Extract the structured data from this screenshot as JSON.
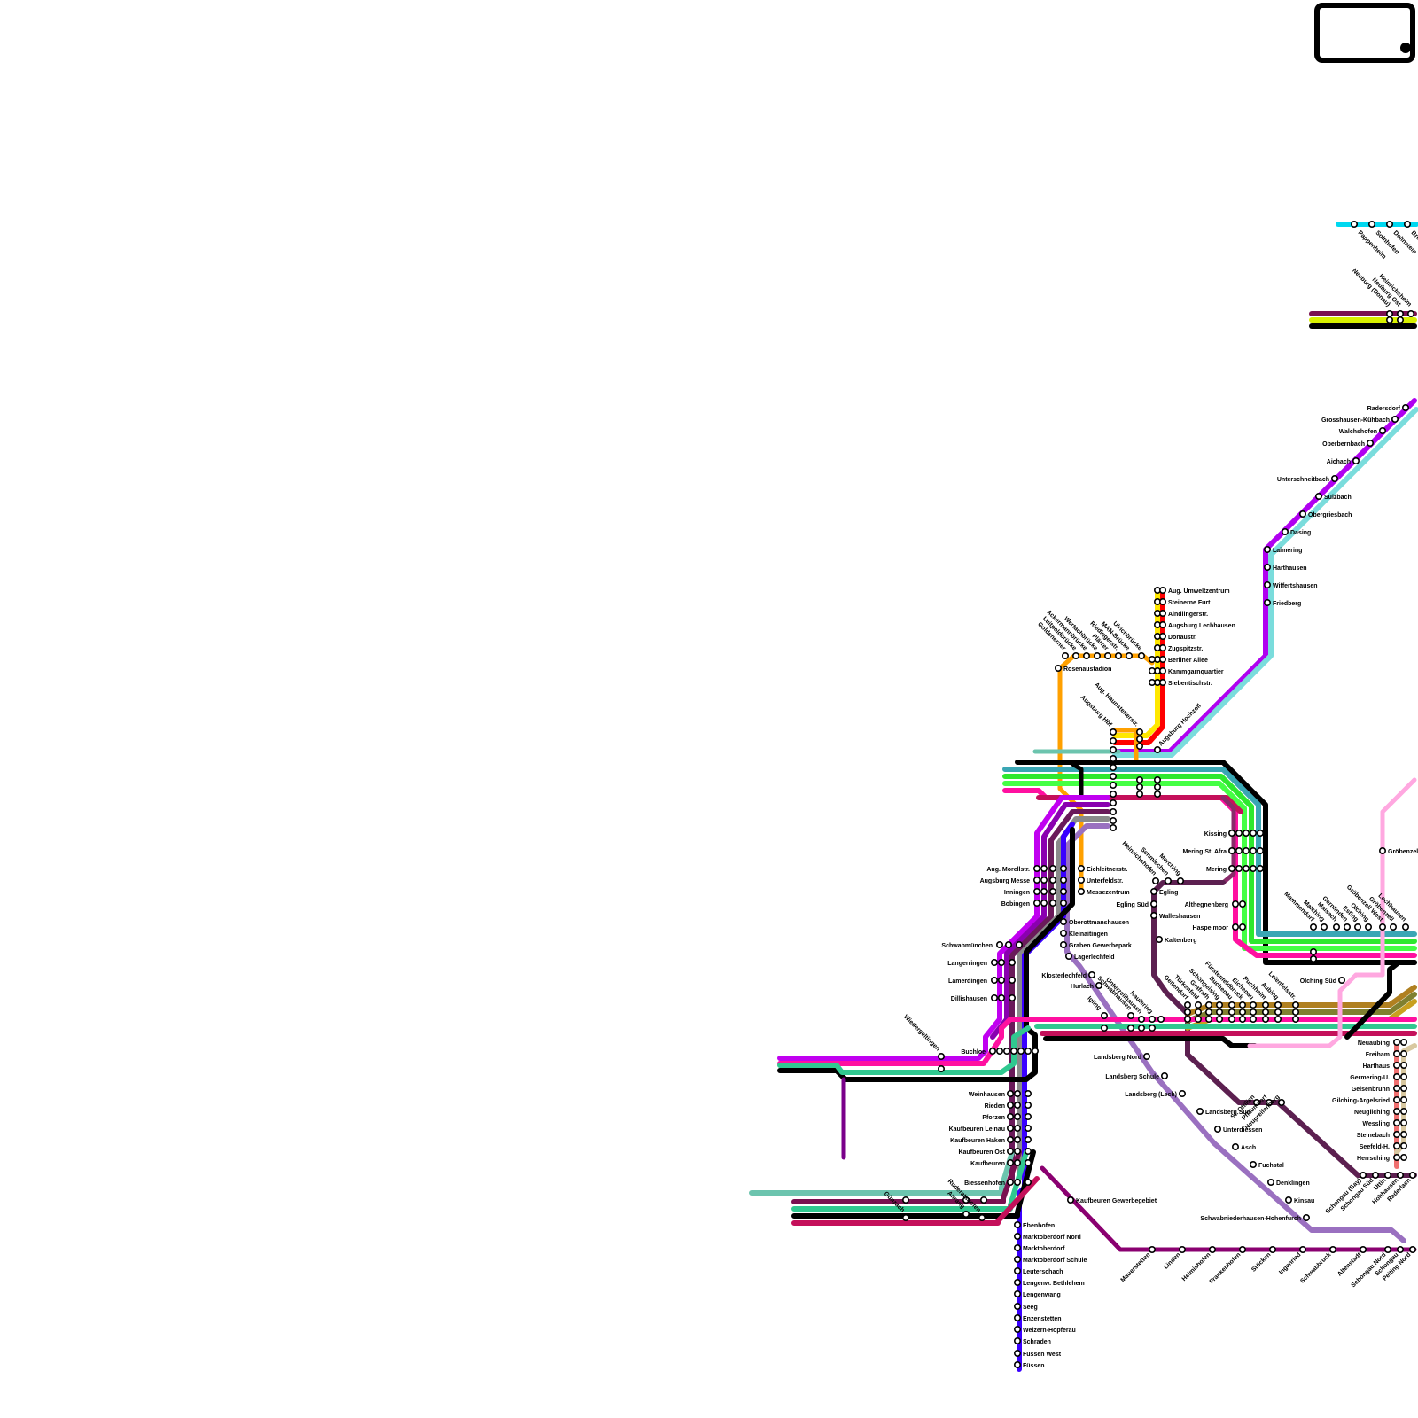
{
  "map": {
    "line_colors": {
      "black": "#000000",
      "teal": "#3aa6b4",
      "cyan": "#00d8f0",
      "lightcyan": "#7adcdc",
      "green": "#2ee82e",
      "lime": "#c8f01e",
      "yellow": "#ffe800",
      "orange": "#ff9a00",
      "red": "#ff0000",
      "magenta": "#ff10a0",
      "pink": "#ffa8e0",
      "crimson": "#c4105a",
      "violet": "#b000f0",
      "purple": "#7a008a",
      "plum": "#5c2050",
      "lavender": "#9a70c0",
      "blue": "#3a00ff",
      "seagreen": "#30c890",
      "mint": "#6cc4ae",
      "ochre": "#b08020",
      "olive": "#808030",
      "salmon": "#f07070",
      "tan": "#d8c8a0",
      "grey": "#8a8a8a"
    },
    "stations": {
      "north": [
        "Pappenheim",
        "Solnhofen",
        "Dollnstein",
        "Breitenfurt"
      ],
      "neuburg": [
        "Neuburg (Donau)",
        "Neuburg Ost",
        "Heinrichsheim"
      ],
      "aichach_line": [
        "Radersdorf",
        "Grosshausen-Kühbach",
        "Walchshofen",
        "Oberbernbach",
        "Aichach",
        "Unterschneitbach",
        "Sulzbach",
        "Obergriesbach",
        "Dasing",
        "Laimering",
        "Harthausen",
        "Wiffertshausen",
        "Friedberg"
      ],
      "lechfeld_north": [
        "Aug. Umweltzentrum",
        "Steinerne Furt",
        "Aindlingerstr.",
        "Augsburg Lechhausen",
        "Donaustr.",
        "Zugspitzstr.",
        "Berliner Allee",
        "Kammgarnquartier",
        "Siebentischstr."
      ],
      "tram_west": [
        "Goldenerner",
        "Luitpoldbrücke",
        "Ackermannbrücke",
        "Wertachbrücke",
        "Plärrer",
        "Riedingerstr.",
        "MAN-Brücke",
        "Ulrichbrücke"
      ],
      "center": [
        "Rosenaustadion",
        "Aug. Haunstetterstr.",
        "Augsburg Hbf",
        "Augsburg Hochzoll"
      ],
      "south_center": [
        "Eichleitnerstr.",
        "Unterfeldstr.",
        "Messezentrum",
        "Aug. Morellstr.",
        "Augsburg Messe",
        "Inningen",
        "Bobingen"
      ],
      "lechfeld": [
        "Oberottmanshausen",
        "Kleinaitingen",
        "Graben Gewerbepark",
        "Lagerlechfeld",
        "Klosterlechfeld",
        "Hurlach",
        "Igling"
      ],
      "kissing": [
        "Kissing",
        "Mering St. Afra",
        "Mering",
        "Althegnenberg",
        "Haspelmoor"
      ],
      "ammersee": [
        "Merching",
        "Schmiechen",
        "Heinrichshofen",
        "Egling",
        "Egling Süd",
        "Walleshausen",
        "Kaltenberg"
      ],
      "west": [
        "Schwabmünchen",
        "Langerringen",
        "Lamerdingen",
        "Dillishausen",
        "Wiedergeltingen",
        "Buchloe"
      ],
      "kaufbeuren": [
        "Weinhausen",
        "Rieden",
        "Pforzen",
        "Kaufbeuren Leinau",
        "Kaufbeuren Haken",
        "Kaufbeuren Ost",
        "Kaufbeuren",
        "Biessenhofen",
        "Kaufbeuren Gewerbegebiet"
      ],
      "guenzach": [
        "Günzach",
        "Aitrang",
        "Ruderatshofen"
      ],
      "fuessen": [
        "Ebenhofen",
        "Marktoberdorf Nord",
        "Marktoberdorf",
        "Marktoberdorf Schule",
        "Leuterschach",
        "Lengenw. Bethlehem",
        "Lengenwang",
        "Seeg",
        "Enzenstetten",
        "Weizern-Hopferau",
        "Schraden",
        "Füssen West",
        "Füssen"
      ],
      "landsberg": [
        "Landsberg Nord",
        "Landsberg Schule",
        "Landsberg (Lech)",
        "Landsberg Süd",
        "Unterdiessen",
        "Asch",
        "Fuchstal",
        "Denklingen",
        "Kinsau",
        "Schwabniederhausen-Hohenfurch"
      ],
      "kaufering": [
        "Schwabhausen",
        "Unterzeilhausen",
        "Kaufering"
      ],
      "munich_west": [
        "Geltendorf",
        "Türkenfeld",
        "Grafrath",
        "Schöngeising",
        "Buchenau",
        "Fürstenfeldbruck",
        "Eichenau",
        "Puchheim",
        "Aubing",
        "Leienfelsstr."
      ],
      "olching": [
        "Mammendorf",
        "Malching",
        "Maisach",
        "Gernlinden",
        "Esting",
        "Olching",
        "Gröbenzell West",
        "Gröbenzell",
        "Lochhausen",
        "Olching Süd"
      ],
      "st_ottilien": [
        "St. Ottilien",
        "Pflaumdorf",
        "Neugreifenberg"
      ],
      "herrsching": [
        "Neuaubing",
        "Freiham",
        "Harthaus",
        "Germering-U.",
        "Geisenbrunn",
        "Gilching-Argelsried",
        "Neugilching",
        "Wessling",
        "Steinebach",
        "Seefeld-H.",
        "Herrsching"
      ],
      "schongau": [
        "Schongau (Bay)",
        "Schongau Süd",
        "Uttin",
        "Hohhausen",
        "Raderlach"
      ],
      "peiting_line": [
        "Mauerstetten",
        "Linden",
        "Helmishofen",
        "Frankenhofen",
        "Stöcken",
        "Ingenried",
        "Schwabbruck",
        "Altenstadt",
        "Schongau Nord",
        "Schongau",
        "Peiting Nord"
      ]
    }
  }
}
